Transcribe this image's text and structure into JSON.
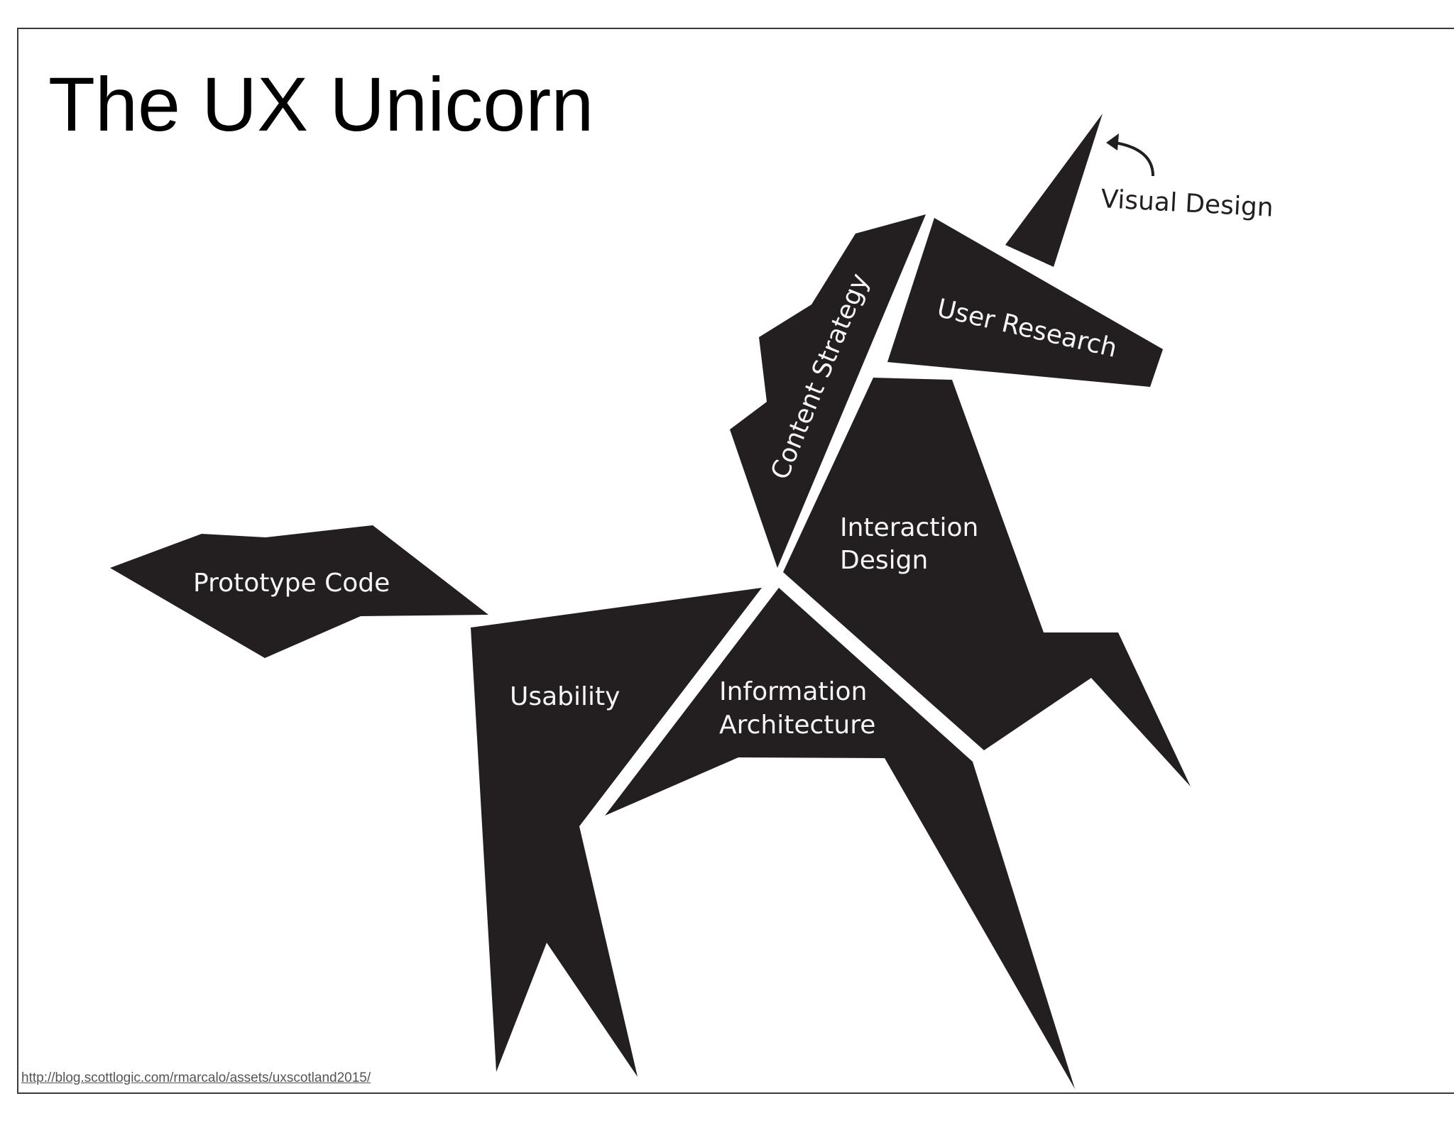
{
  "slide": {
    "title": "The UX Unicorn",
    "source_url": "http://blog.scottlogic.com/rmarcalo/assets/uxscotland2015/"
  },
  "unicorn": {
    "horn_label": "Visual Design",
    "head_label": "User Research",
    "mane_label": "Content Strategy",
    "chest_label_line1": "Interaction",
    "chest_label_line2": "Design",
    "tail_label": "Prototype Code",
    "hindquarter_label": "Usability",
    "belly_label_line1": "Information",
    "belly_label_line2": "Architecture"
  },
  "colors": {
    "shape_fill": "#231f20",
    "label_on_shape": "#f6f6f6",
    "title_text": "#000000",
    "link_text": "#555555"
  }
}
